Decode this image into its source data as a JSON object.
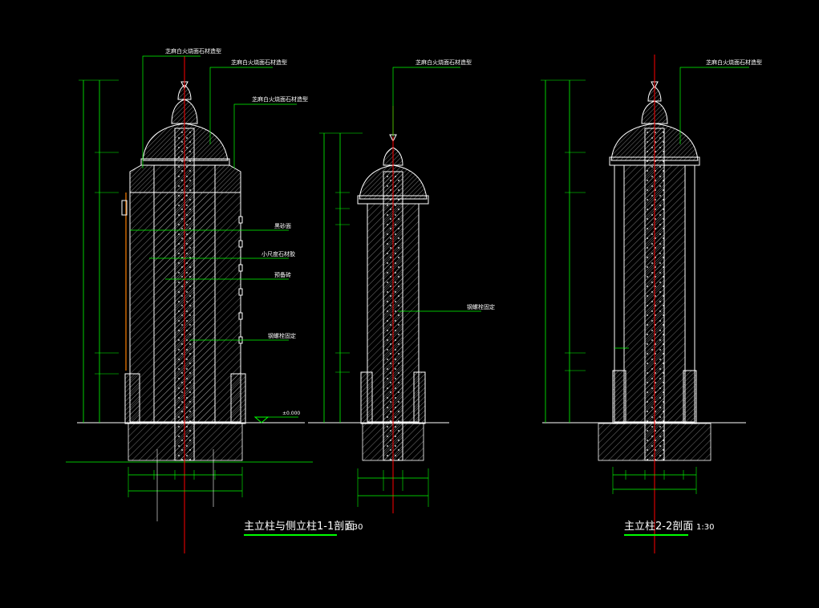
{
  "titles": {
    "left": "主立柱与侧立柱1-1剖面",
    "left_scale": "1:30",
    "right": "主立柱2-2剖面",
    "right_scale": "1:30"
  },
  "callouts": {
    "cap_a": "芝麻白火烧面石材造型",
    "cap_b": "芝麻白火烧面石材造型",
    "cap_c": "芝麻白火烧面石材造型",
    "cap_mid": "芝麻白火烧面石材造型",
    "cap_right": "芝麻白火烧面石材造型",
    "finish": "黑砂面",
    "stone_glue": "小尺度石材胶",
    "precast": "预备砖",
    "bolt": "钢螺栓固定",
    "steel_mid": "钢螺栓固定",
    "level": "±0.000"
  },
  "colors": {
    "background": "#000000",
    "line": "#ffffff",
    "dimension": "#00ff00",
    "leader": "#00ff00",
    "axis": "#ff0000",
    "brown": "#c86400"
  }
}
